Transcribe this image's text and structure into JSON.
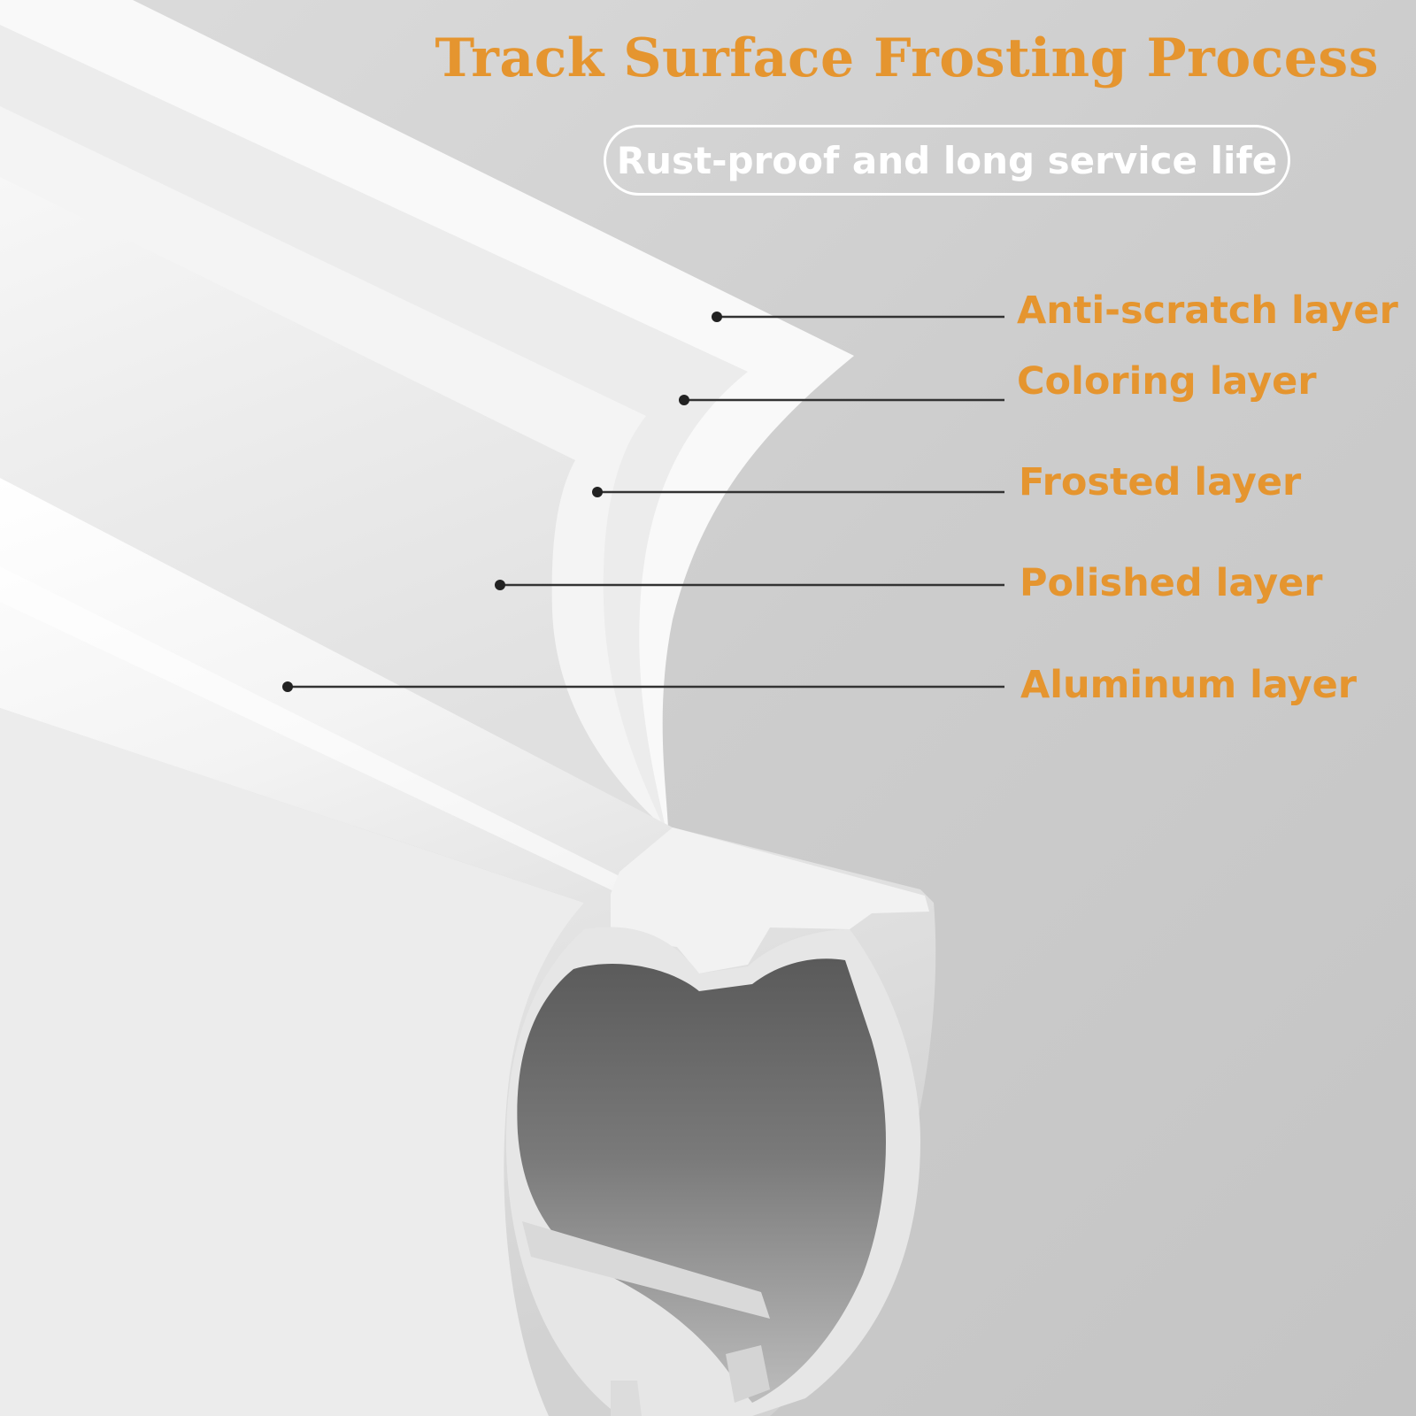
{
  "title": "Track Surface Frosting Process",
  "subtitle": "Rust-proof and long service life",
  "layers": [
    {
      "label": "Anti-scratch layer"
    },
    {
      "label": "Coloring layer"
    },
    {
      "label": "Frosted layer"
    },
    {
      "label": "Polished layer"
    },
    {
      "label": "Aluminum layer"
    }
  ],
  "colors": {
    "accent": "#e5952f",
    "background": "#cfcfcf",
    "track": "#f4f4f4",
    "pill_border": "#ffffff"
  },
  "illustration": "white aluminum curtain track with peeled surface layers"
}
